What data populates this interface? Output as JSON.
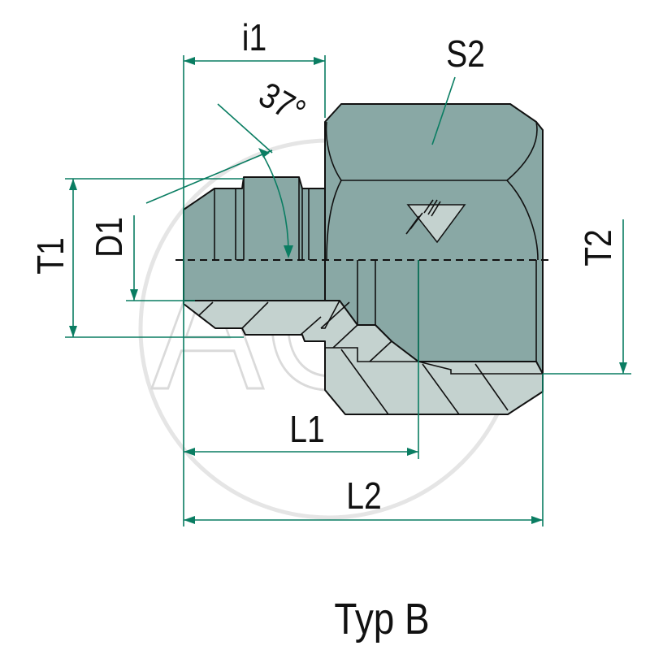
{
  "diagram": {
    "labels": {
      "i1": "i1",
      "s2": "S2",
      "angle": "37°",
      "t1": "T1",
      "d1": "D1",
      "t2": "T2",
      "l1": "L1",
      "l2": "L2"
    },
    "caption": "Typ B",
    "watermark": "AGP",
    "colors": {
      "body": "#89a8a5",
      "section": "#c4d2cf",
      "dimension": "#0a7d62",
      "watermark": "#d8d8d8"
    }
  }
}
